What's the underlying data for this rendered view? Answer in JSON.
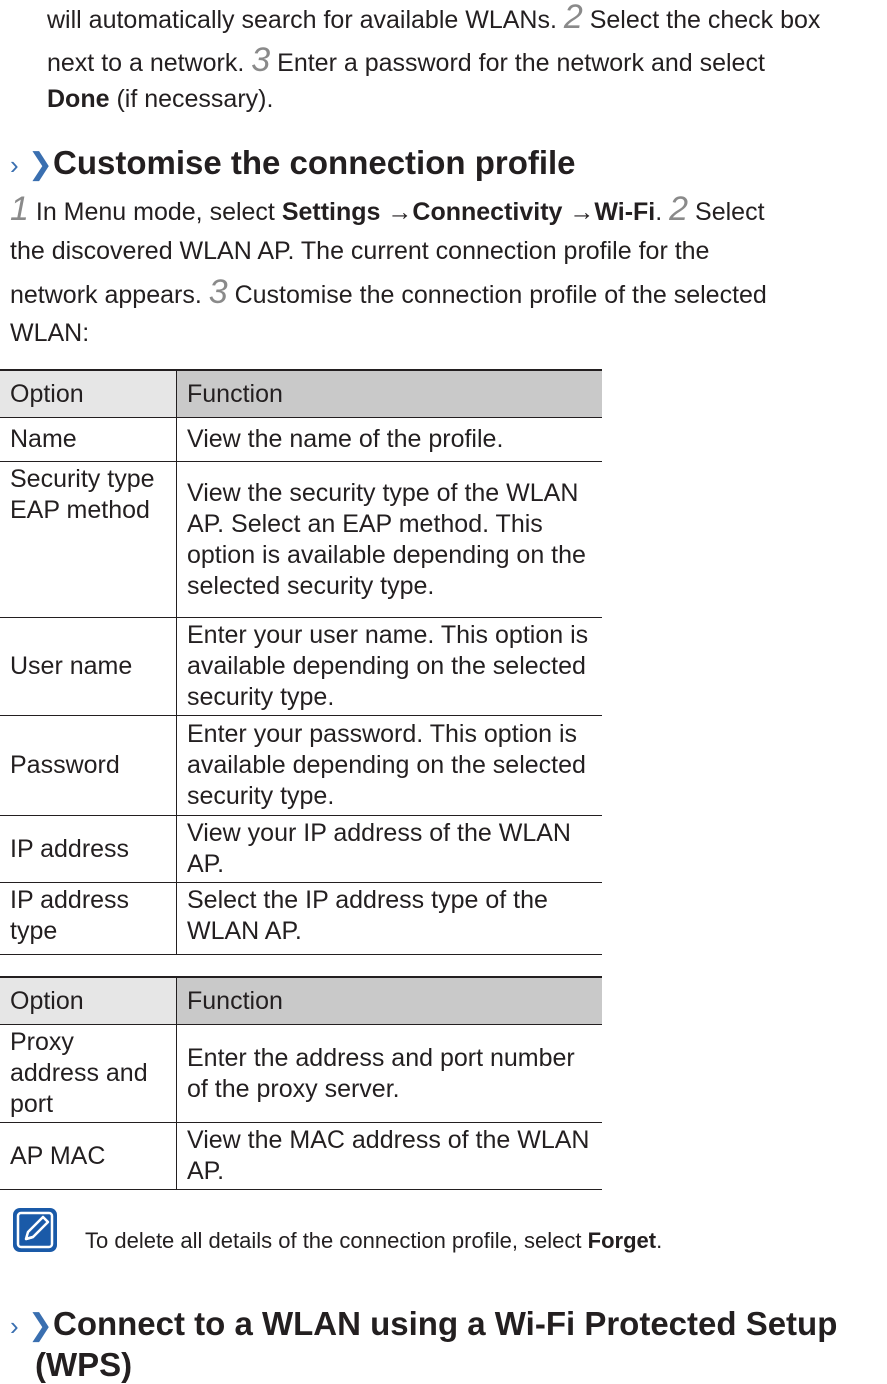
{
  "intro": {
    "l1_a": "will automatically search for available WLANs. ",
    "l1_step": "2",
    "l1_b": " Select the check box",
    "l2_a": "next to a network. ",
    "l2_step": "3",
    "l2_b": " Enter a password for the network and select",
    "l3_bold": "Done",
    "l3_rest": " (if necessary)."
  },
  "section1": {
    "chevron": "›",
    "title_chevron": "❯",
    "title": "Customise the connection profile",
    "p1_step": "1",
    "p1_a": " In Menu mode, select ",
    "p1_settings": "Settings",
    "p1_arrow1": " →",
    "p1_connectivity": "Connectivity",
    "p1_arrow2": " →",
    "p1_wifi": "Wi-Fi",
    "p1_dot": ". ",
    "p1_step2": "2",
    "p1_b": " Select",
    "p2": "the discovered WLAN AP. The current connection profile for the",
    "p3_a": "network appears. ",
    "p3_step": "3",
    "p3_b": " Customise the connection profile of the selected",
    "p4": "WLAN:"
  },
  "table1": {
    "header": [
      "Option",
      "Function"
    ],
    "rows": [
      {
        "option": "Name",
        "function": "View the name of the profile."
      },
      {
        "option": "Security type EAP method",
        "function": "View the security type of the WLAN AP. Select an EAP method. This option is available depending on the selected security type."
      },
      {
        "option": "User name",
        "function": "Enter your user name. This option is available depending on the selected security type."
      },
      {
        "option": "Password",
        "function": "Enter your password. This option is available depending on the selected security type."
      },
      {
        "option": "IP address",
        "function": "View your IP address of the WLAN AP."
      },
      {
        "option": "IP address type",
        "function": "Select the IP address type of the WLAN AP."
      }
    ]
  },
  "table2": {
    "header": [
      "Option",
      "Function"
    ],
    "rows": [
      {
        "option": "Proxy address and port",
        "function": "Enter the address and port number of the proxy server."
      },
      {
        "option": "AP MAC",
        "function": "View the MAC address of the WLAN AP."
      }
    ]
  },
  "note": {
    "icon": "note-pencil-icon",
    "text_a": "To delete all details of the connection profile, select ",
    "text_bold": "Forget",
    "text_end": "."
  },
  "section2": {
    "chevron": "›",
    "title_chevron": "❯",
    "title_l1": "Connect to a WLAN using a Wi-Fi Protected Setup",
    "title_l2": "(WPS)"
  }
}
